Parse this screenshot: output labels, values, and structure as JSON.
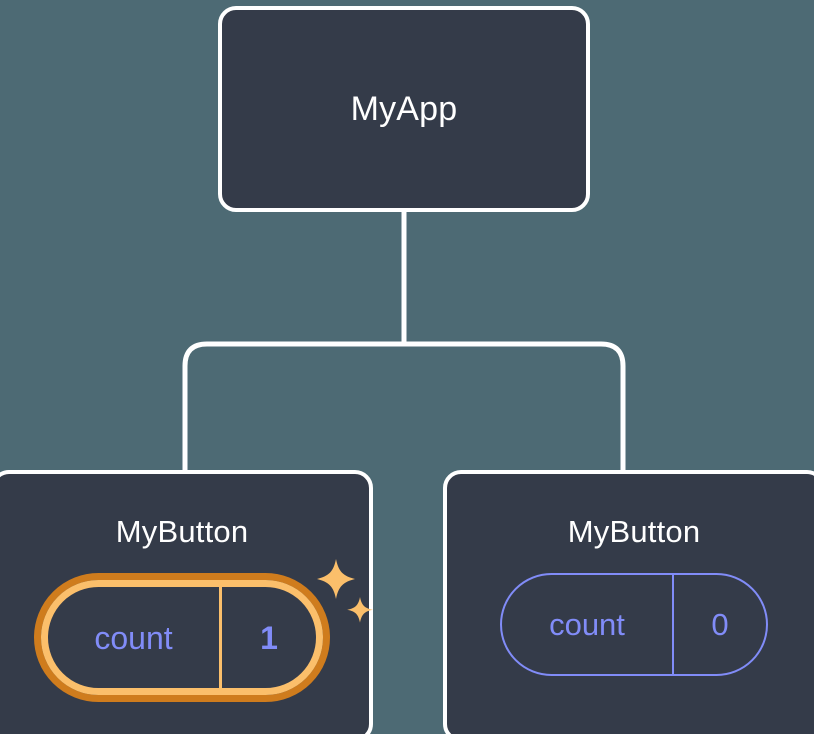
{
  "diagram": {
    "type": "component-tree",
    "background_color": "#4d6a74",
    "node_fill_color": "#343b49",
    "node_border_color": "#ffffff",
    "accent_highlight_outer": "#cf7c1d",
    "accent_highlight_inner": "#fbbf6b",
    "state_text_color": "#818cf8",
    "connector_color": "#ffffff"
  },
  "root": {
    "title": "MyApp"
  },
  "children": [
    {
      "title": "MyButton",
      "state": {
        "key": "count",
        "value": "1"
      },
      "highlighted": true,
      "sparkle_icons": [
        "sparkle-large",
        "sparkle-small"
      ]
    },
    {
      "title": "MyButton",
      "state": {
        "key": "count",
        "value": "0"
      },
      "highlighted": false,
      "sparkle_icons": []
    }
  ]
}
